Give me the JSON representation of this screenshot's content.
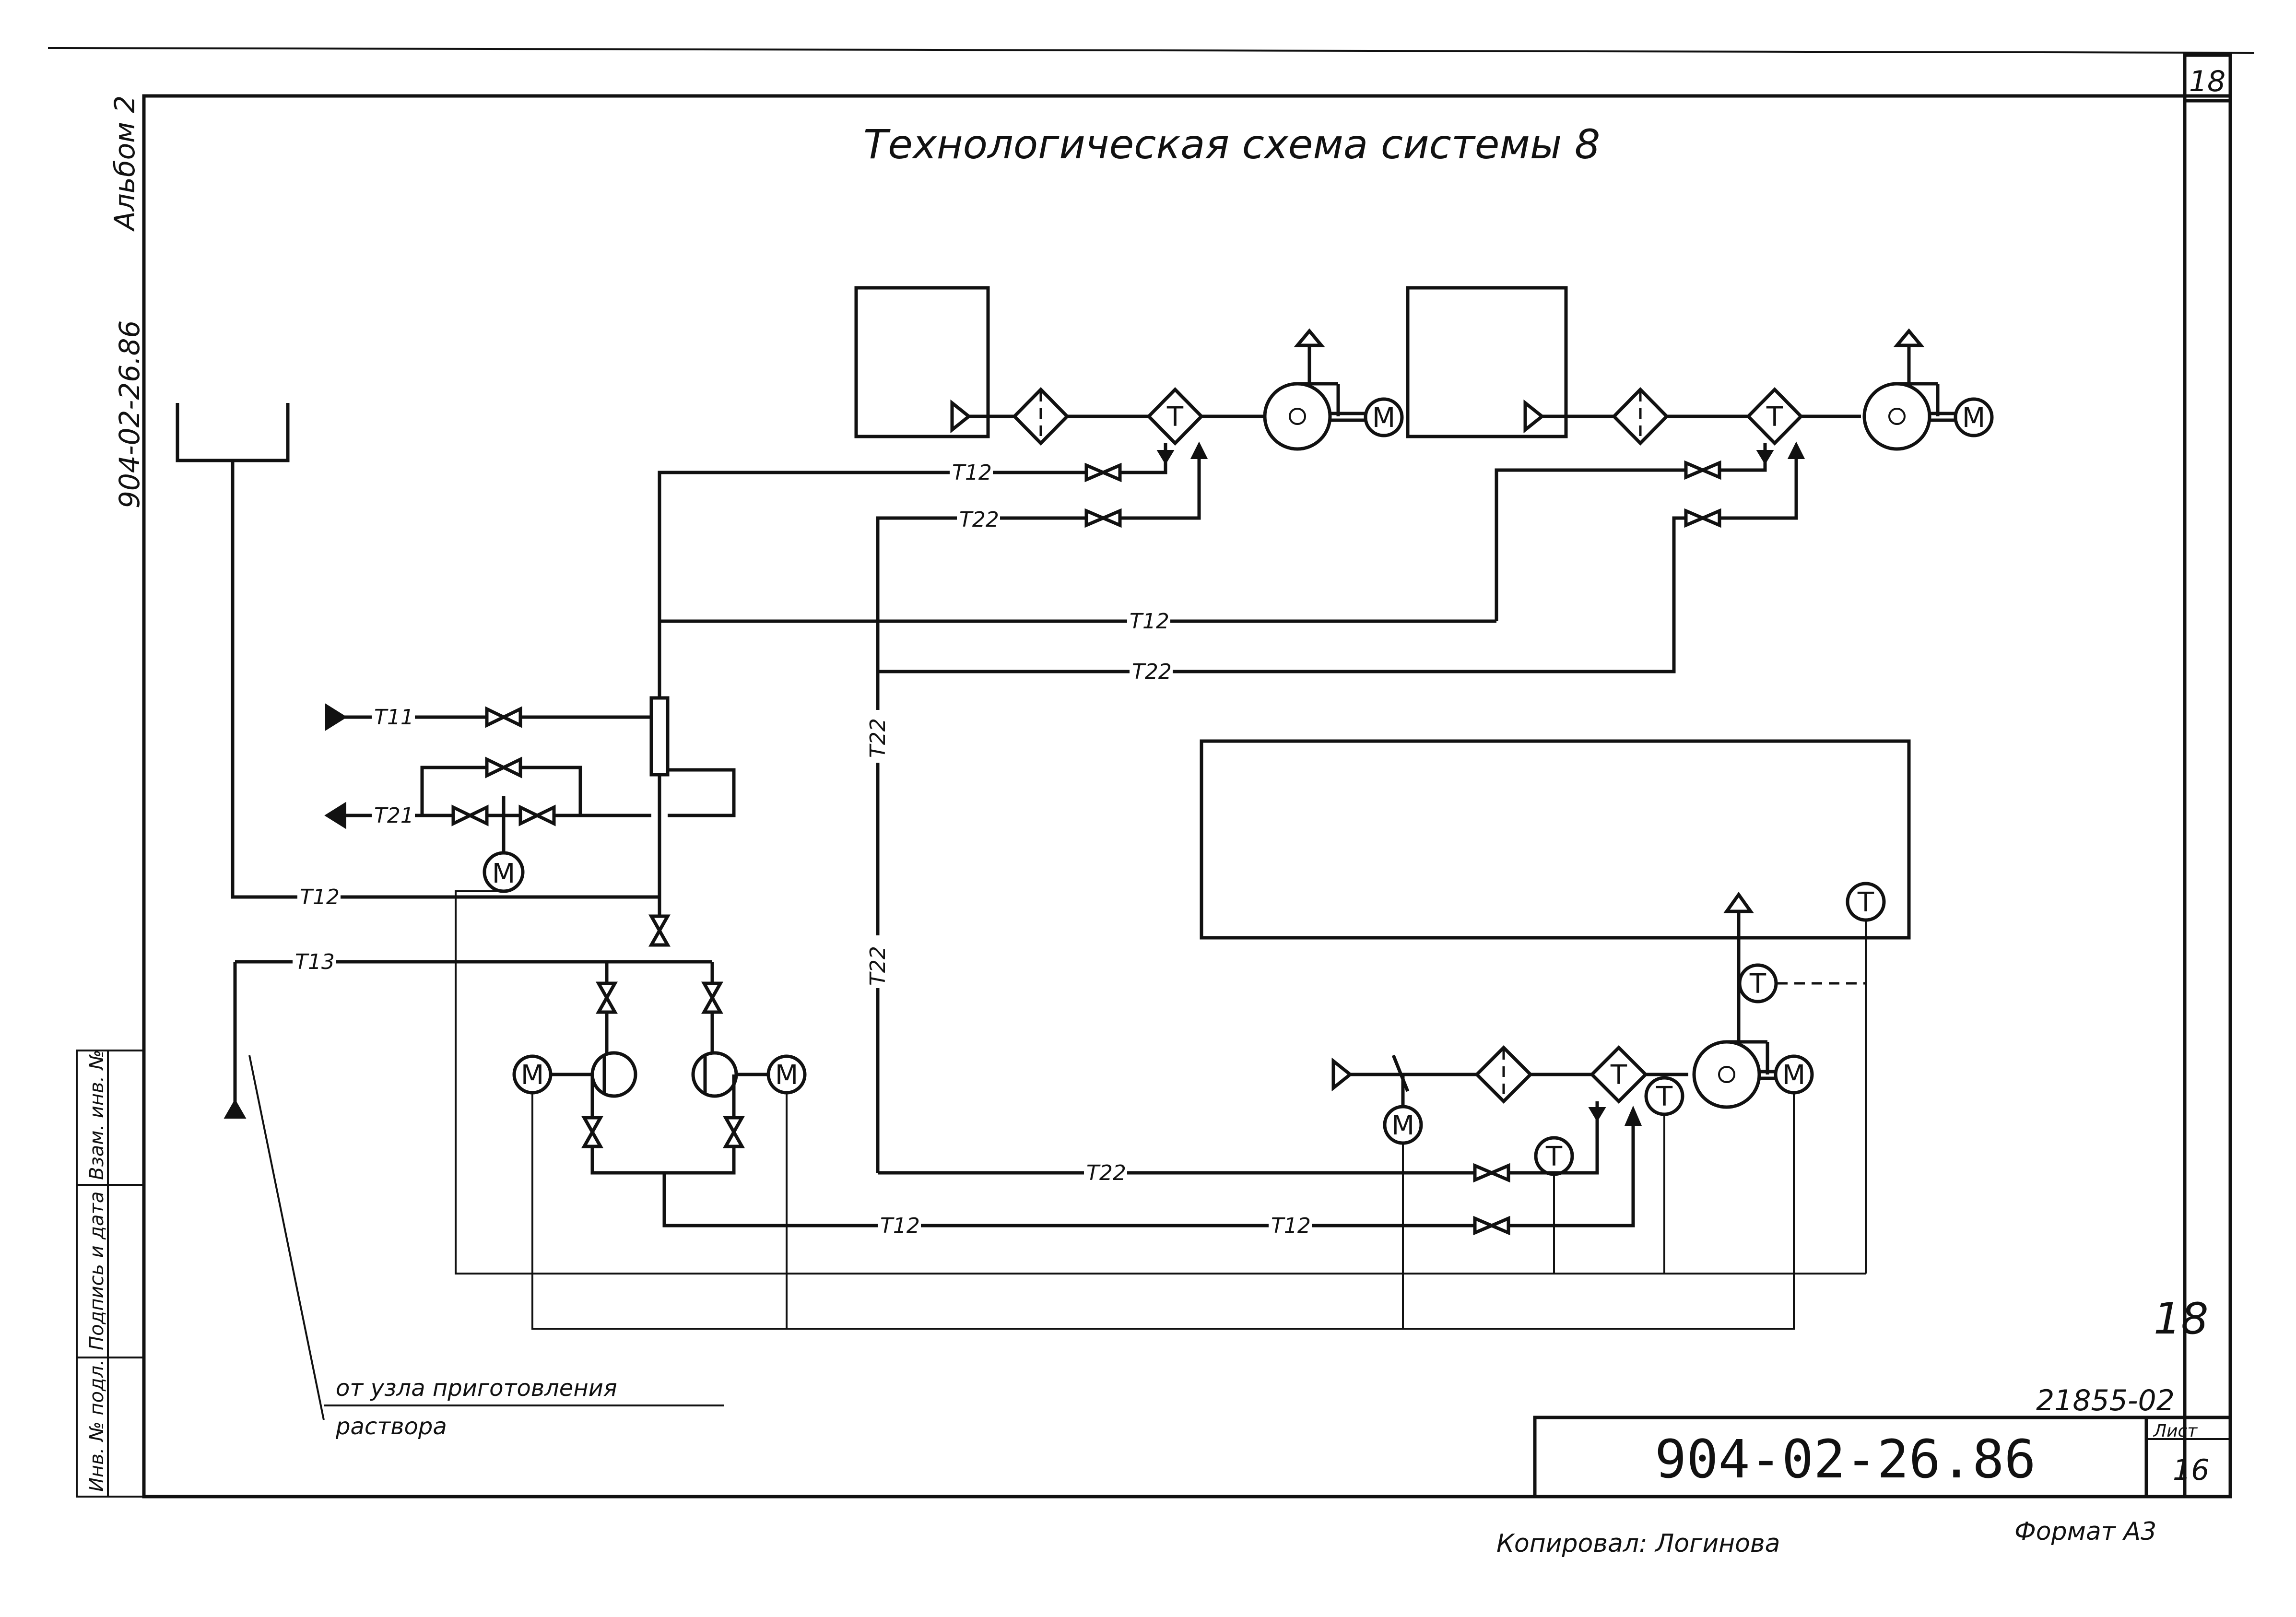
{
  "title": "Технологическая схема системы 8",
  "sheet_number_top": "18",
  "album": "Альбом 2",
  "side_code": "904-02-26.86",
  "side_stamp": {
    "col1": "Взам. инв. №",
    "col2": "Подпись и дата",
    "col3": "Инв. № подл."
  },
  "source_note": {
    "line1": "от узла приготовления",
    "line2": "раствора"
  },
  "pipes": {
    "t11": "Т11",
    "t12": "Т12",
    "t13": "Т13",
    "t21": "Т21",
    "t22": "Т22"
  },
  "symbols": {
    "motor": "М",
    "thermo": "Т"
  },
  "stamp": {
    "code": "904-02-26.86",
    "inventory": "21855-02",
    "sheet_label": "Лист",
    "sheet": "16",
    "handwritten": "18"
  },
  "footer": {
    "copied": "Копировал: Логинова",
    "format": "Формат А3"
  }
}
